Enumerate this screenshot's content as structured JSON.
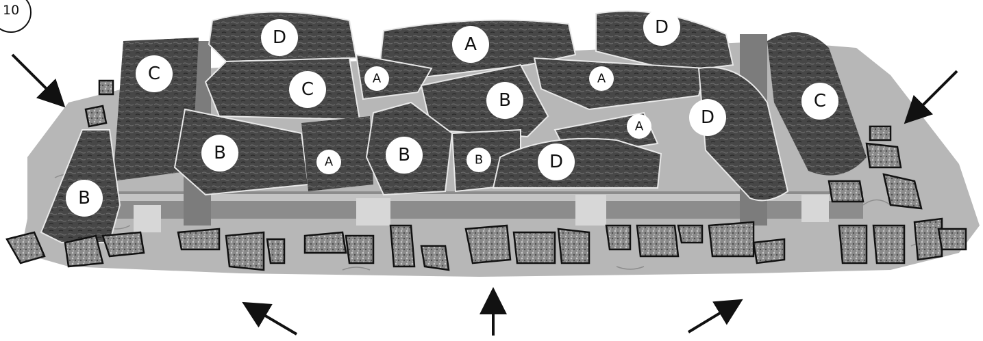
{
  "step_number": "10",
  "labels": {
    "a": "A",
    "b": "B",
    "c": "C",
    "d": "D"
  },
  "colors": {
    "ember_bed": "#b7b7b7",
    "log": "#4a4a4a",
    "log_dark": "#2f2f2f",
    "grate": "#8c8c8c",
    "grate_light": "#c4c4c4",
    "arrow": "#111111"
  },
  "arrow_directions": [
    "down-right",
    "up-left",
    "up",
    "up-right",
    "down-left"
  ]
}
